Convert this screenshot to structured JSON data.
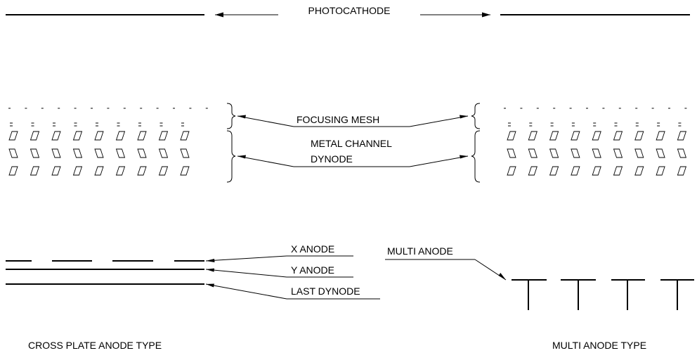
{
  "labels": {
    "photocathode": "PHOTOCATHODE",
    "focusing_mesh": "FOCUSING MESH",
    "metal_channel_line1": "METAL CHANNEL",
    "metal_channel_line2": "DYNODE",
    "x_anode": "X ANODE",
    "y_anode": "Y ANODE",
    "last_dynode": "LAST DYNODE",
    "multi_anode": "MULTI ANODE",
    "cross_plate_type": "CROSS PLATE ANODE TYPE",
    "multi_anode_type": "MULTI ANODE TYPE"
  },
  "colors": {
    "line": "#000000",
    "background": "#ffffff"
  }
}
